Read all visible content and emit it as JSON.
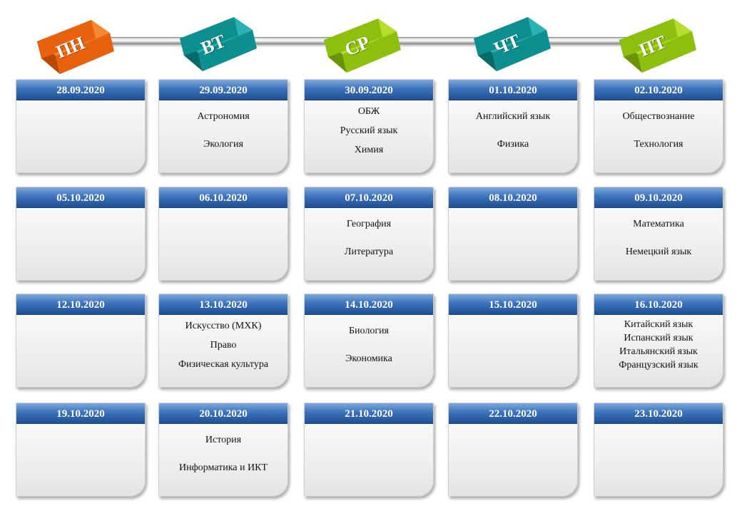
{
  "days": [
    {
      "label": "ПН",
      "color_top": "#f5872e",
      "color_front": "#e8620e",
      "color_side": "#b84a06"
    },
    {
      "label": "ВТ",
      "color_top": "#2ab2b2",
      "color_front": "#0e8f8f",
      "color_side": "#066a6a"
    },
    {
      "label": "СР",
      "color_top": "#b6dc2c",
      "color_front": "#8dc00e",
      "color_side": "#6a9406"
    },
    {
      "label": "ЧТ",
      "color_top": "#2ab2b2",
      "color_front": "#0e8f8f",
      "color_side": "#066a6a"
    },
    {
      "label": "ПТ",
      "color_top": "#b6dc2c",
      "color_front": "#8dc00e",
      "color_side": "#6a9406"
    }
  ],
  "weeks": [
    [
      {
        "date": "28.09.2020",
        "subjects": []
      },
      {
        "date": "29.09.2020",
        "subjects": [
          "Астрономия",
          "Экология"
        ]
      },
      {
        "date": "30.09.2020",
        "subjects": [
          "ОБЖ",
          "Русский язык",
          "Химия"
        ]
      },
      {
        "date": "01.10.2020",
        "subjects": [
          "Английский язык",
          "Физика"
        ]
      },
      {
        "date": "02.10.2020",
        "subjects": [
          "Обществознание",
          "Технология"
        ]
      }
    ],
    [
      {
        "date": "05.10.2020",
        "subjects": []
      },
      {
        "date": "06.10.2020",
        "subjects": []
      },
      {
        "date": "07.10.2020",
        "subjects": [
          "География",
          "Литература"
        ]
      },
      {
        "date": "08.10.2020",
        "subjects": []
      },
      {
        "date": "09.10.2020",
        "subjects": [
          "Математика",
          "Немецкий язык"
        ]
      }
    ],
    [
      {
        "date": "12.10.2020",
        "subjects": []
      },
      {
        "date": "13.10.2020",
        "subjects": [
          "Искусство (МХК)",
          "Право",
          "Физическая культура"
        ]
      },
      {
        "date": "14.10.2020",
        "subjects": [
          "Биология",
          "Экономика"
        ]
      },
      {
        "date": "15.10.2020",
        "subjects": []
      },
      {
        "date": "16.10.2020",
        "subjects": [
          "Китайский язык",
          "Испанский язык",
          "Итальянский язык",
          "Французский язык"
        ]
      }
    ],
    [
      {
        "date": "19.10.2020",
        "subjects": []
      },
      {
        "date": "20.10.2020",
        "subjects": [
          "История",
          "Информатика и ИКТ"
        ]
      },
      {
        "date": "21.10.2020",
        "subjects": []
      },
      {
        "date": "22.10.2020",
        "subjects": []
      },
      {
        "date": "23.10.2020",
        "subjects": []
      }
    ]
  ],
  "colors": {
    "card_header": "#3c73bb",
    "card_body": "#ededed",
    "header_text": "#ffffff"
  }
}
